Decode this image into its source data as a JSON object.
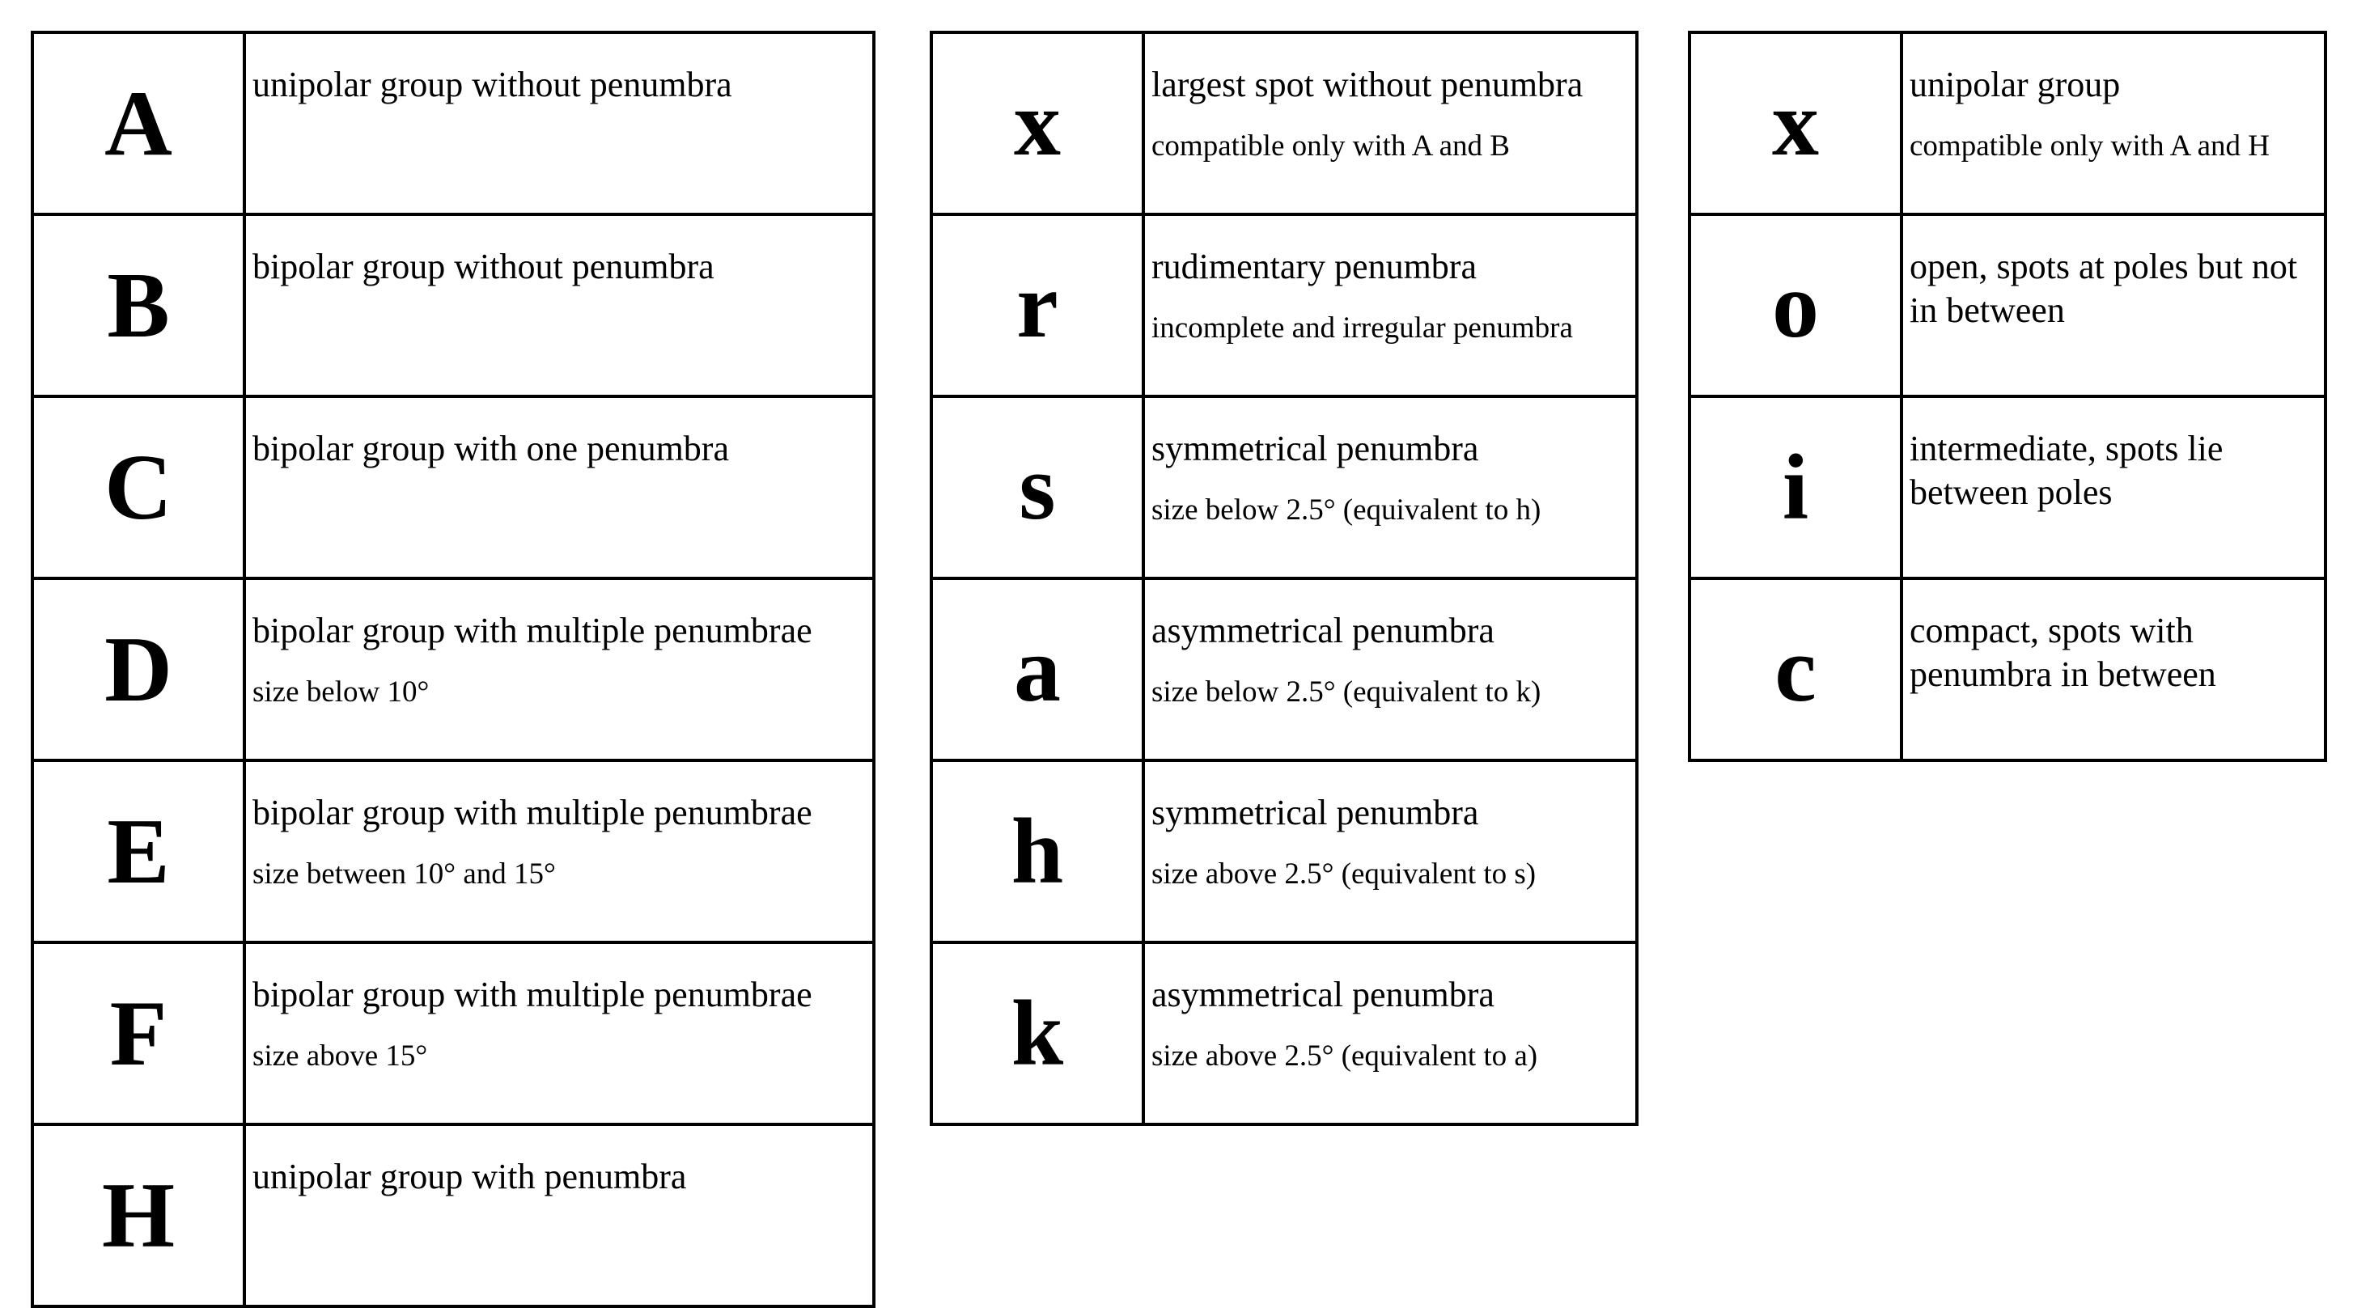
{
  "table_left": {
    "rows": [
      {
        "code": "A",
        "main": "unipolar group without penumbra",
        "sub": ""
      },
      {
        "code": "B",
        "main": "bipolar group without penumbra",
        "sub": ""
      },
      {
        "code": "C",
        "main": "bipolar group with one penumbra",
        "sub": ""
      },
      {
        "code": "D",
        "main": "bipolar group with multiple penumbrae",
        "sub": "size below 10°"
      },
      {
        "code": "E",
        "main": "bipolar group with multiple penumbrae",
        "sub": "size between 10° and 15°"
      },
      {
        "code": "F",
        "main": "bipolar group with multiple penumbrae",
        "sub": "size above 15°"
      },
      {
        "code": "H",
        "main": "unipolar group with penumbra",
        "sub": ""
      }
    ]
  },
  "table_middle": {
    "rows": [
      {
        "code": "x",
        "main": "largest spot without penumbra",
        "sub": "compatible only with A and B"
      },
      {
        "code": "r",
        "main": "rudimentary penumbra",
        "sub": "incomplete and irregular penumbra"
      },
      {
        "code": "s",
        "main": "symmetrical penumbra",
        "sub": "size below 2.5° (equivalent to h)"
      },
      {
        "code": "a",
        "main": "asymmetrical penumbra",
        "sub": "size below 2.5° (equivalent to k)"
      },
      {
        "code": "h",
        "main": "symmetrical penumbra",
        "sub": "size above 2.5° (equivalent to s)"
      },
      {
        "code": "k",
        "main": "asymmetrical penumbra",
        "sub": "size above 2.5° (equivalent to a)"
      }
    ]
  },
  "table_right": {
    "rows": [
      {
        "code": "x",
        "main": "unipolar group",
        "sub": "compatible only with A and H"
      },
      {
        "code": "o",
        "main": "open, spots at poles but not in between",
        "sub": ""
      },
      {
        "code": "i",
        "main": "intermediate, spots lie between poles",
        "sub": ""
      },
      {
        "code": "c",
        "main": "compact, spots with penumbra in between",
        "sub": ""
      }
    ]
  }
}
